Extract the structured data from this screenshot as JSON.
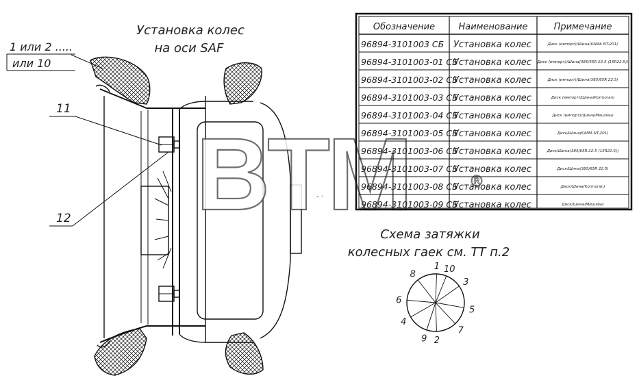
{
  "title": {
    "line1": "Установка колес",
    "line2": "на оси SAF"
  },
  "position_label": {
    "line1": "1 или 2 .....",
    "line2": "или 10"
  },
  "callouts": {
    "item_11": "11",
    "item_12": "12"
  },
  "watermark": {
    "text": "BTM",
    "registered": "®"
  },
  "table": {
    "headers": [
      "Обозначение",
      "Наименование",
      "Примечание"
    ],
    "rows": [
      [
        "96894-3101003 СБ",
        "Установка колес",
        "Диск (импорт)/Шина(KAMA NT-201)"
      ],
      [
        "96894-3101003-01 СБ",
        "Установка колес",
        "Диск (импорт)/Шина(385/55R 22.5 (15R22.5))"
      ],
      [
        "96894-3101003-02 СБ",
        "Установка колес",
        "Диск (импорт)/Шина(385/65R 22.5)"
      ],
      [
        "96894-3101003-03 СБ",
        "Установка колес",
        "Диск (импорт)/Шина(Kormoran)"
      ],
      [
        "96894-3101003-04 СБ",
        "Установка колес",
        "Диск (импорт)/Шина(Мишлен)"
      ],
      [
        "96894-3101003-05 СБ",
        "Установка колес",
        "Диск/Шина(KAMA NT-201)"
      ],
      [
        "96894-3101003-06 СБ",
        "Установка колес",
        "Диск/Шина(385/65R 22.5 (15R22.5))"
      ],
      [
        "96894-3101003-07 СБ",
        "Установка колес",
        "Диск/Шина(385/65R 22.5)"
      ],
      [
        "96894-3101003-08 СБ",
        "Установка колес",
        "Диск/Шина(Kormoran)"
      ],
      [
        "96894-3101003-09 СБ",
        "Установка колес",
        "Диск/Шина(Мишлен)"
      ]
    ]
  },
  "tightening": {
    "line1": "Схема затяжки",
    "line2": "колесных гаек см. ТТ п.2",
    "labels": [
      {
        "n": "1",
        "angle": 88
      },
      {
        "n": "10",
        "angle": 68
      },
      {
        "n": "3",
        "angle": 35
      },
      {
        "n": "5",
        "angle": -10
      },
      {
        "n": "7",
        "angle": -47
      },
      {
        "n": "2",
        "angle": -88
      },
      {
        "n": "9",
        "angle": -108
      },
      {
        "n": "4",
        "angle": -150
      },
      {
        "n": "6",
        "angle": 175
      },
      {
        "n": "8",
        "angle": 128
      }
    ]
  }
}
